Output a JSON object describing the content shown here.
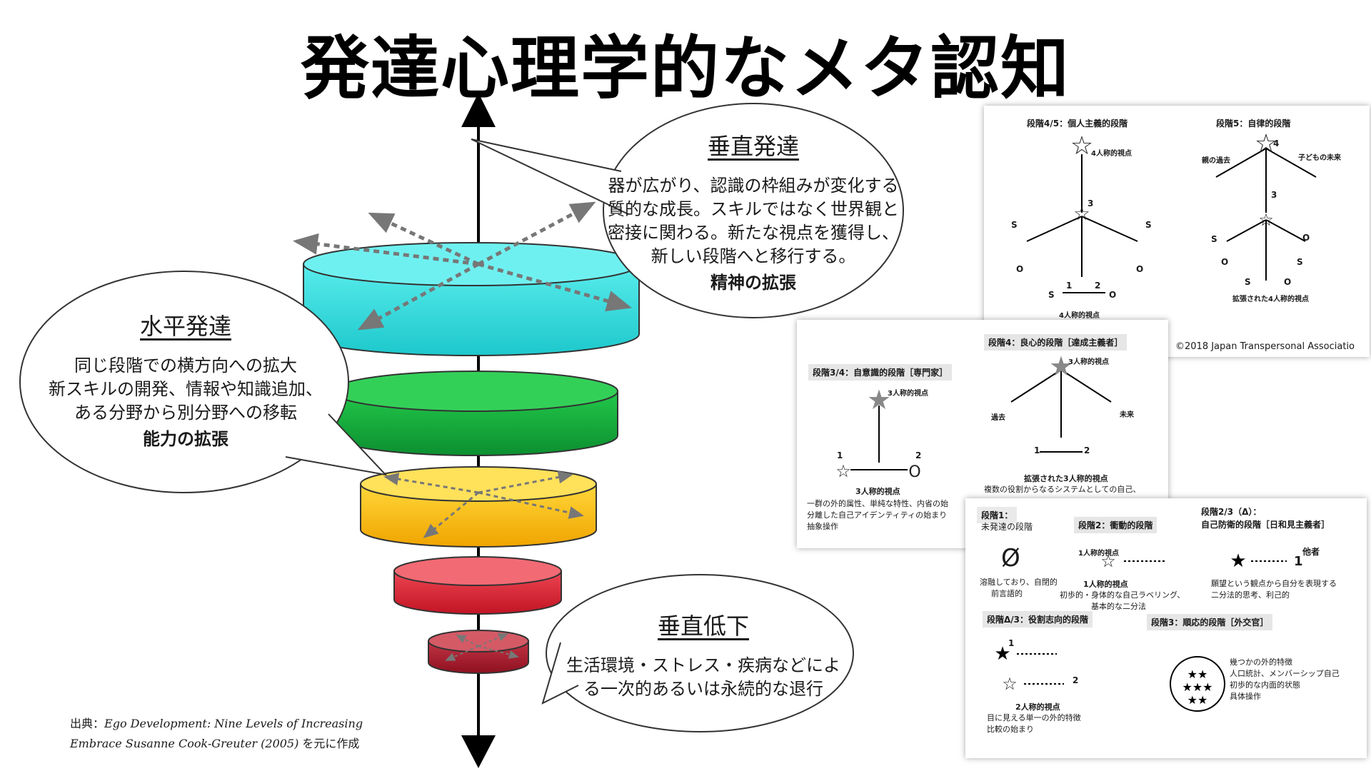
{
  "title": "発達心理学的なメタ認知",
  "vertical_bubble": {
    "title": "垂直発達",
    "lines": [
      "器が広がり、認識の枠組みが変化する",
      "質的な成長。スキルではなく世界観と",
      "密接に関わる。新たな視点を獲得し、",
      "新しい段階へと移行する。"
    ],
    "bold": "精神の拡張"
  },
  "horizontal_bubble": {
    "title": "水平発達",
    "lines": [
      "同じ段階での横方向への拡大",
      "新スキルの開発、情報や知識追加、",
      "ある分野から別分野への移転"
    ],
    "bold": "能力の拡張"
  },
  "decline_bubble": {
    "title": "垂直低下",
    "lines": [
      "生活環境・ストレス・疾病などによ",
      "る一次的あるいは永続的な退行"
    ]
  },
  "source": {
    "prefix": "出典：",
    "italic1": "Ego Development: Nine Levels of Increasing",
    "italic2": "Embrace Susanne Cook-Greuter (2005)",
    "suffix": " を元に作成"
  },
  "discs": [
    {
      "name": "cyan",
      "color": "#25d9d9"
    },
    {
      "name": "green",
      "color": "#13a83a"
    },
    {
      "name": "orange",
      "color": "#f5b200"
    },
    {
      "name": "red",
      "color": "#d91f2e"
    },
    {
      "name": "darkred",
      "color": "#a5172a"
    }
  ],
  "panel1": {
    "stage45_title": "段階4/5：個人主義的段階",
    "stage5_title": "段階5：自律的段階",
    "label_4view": "4人称的視点",
    "num3": "3",
    "num4": "4",
    "s": "S",
    "o": "O",
    "num1": "1",
    "num2": "2",
    "caption_4view": "4人称的視点",
    "past": "親の過去",
    "future": "子どもの未来",
    "expanded4": "拡張された4人称的視点",
    "copyright": "©2018 Japan Transpersonal Associatio"
  },
  "panel2": {
    "stage34_title": "段階3/4：自意識的段階［専門家］",
    "stage4_title": "段階4：良心的段階［達成主義者］",
    "label_3view_a": "3人称的視点",
    "label_3view_b": "3人称的視点",
    "num1": "1",
    "num2": "2",
    "caption_3view": "3人称的視点",
    "desc_lines": [
      "一群の外的属性、単純な特性、内省の始",
      "分離した自己アイデンティティの始まり",
      "抽象操作"
    ],
    "past": "過去",
    "future": "未来",
    "expanded3": "拡張された3人称的視点",
    "desc4": "複数の役割からなるシステムとしての自己、"
  },
  "panel3": {
    "stage1_title": "段階1：",
    "stage1_sub": "未発達の段階",
    "stage2_title": "段階2：衝動的段階",
    "stage23_title": "段階2/3（Δ）：",
    "stage23_sub": "自己防衛的段階［日和見主義者］",
    "empty": "Ø",
    "stage1_desc": [
      "溶融しており、自閉的",
      "前言語的"
    ],
    "view1": "1人称的視点",
    "view1_caption": "1人称的視点",
    "stage2_desc": [
      "初歩的・身体的な自己ラベリング、",
      "基本的な二分法"
    ],
    "other": "他者",
    "stage23_desc": [
      "願望という観点から自分を表現する",
      "二分法的思考、利己的"
    ],
    "stage_d3_title": "段階Δ/3：役割志向的段階",
    "stage3_title": "段階3：順応的段階［外交官］",
    "num1": "1",
    "num2": "2",
    "view2_caption": "2人称的視点",
    "d3_desc": [
      "目に見える単一の外的特徴",
      "比較の始まり"
    ],
    "s3_desc": [
      "幾つかの外的特徴",
      "人口統計、メンバーシップ自己",
      "初歩的な内面的状態",
      "具体操作"
    ]
  }
}
